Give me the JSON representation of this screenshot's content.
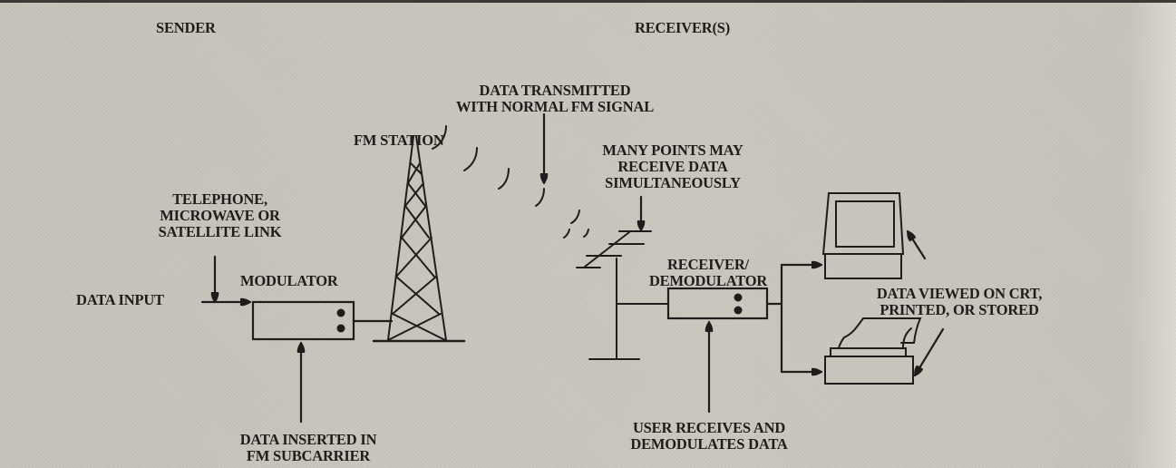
{
  "diagram": {
    "title_left": "SENDER",
    "title_right": "RECEIVER(S)",
    "labels": {
      "data_transmitted": [
        "DATA TRANSMITTED",
        "WITH NORMAL FM SIGNAL"
      ],
      "fm_station": "FM STATION",
      "many_points": [
        "MANY POINTS MAY",
        "RECEIVE DATA",
        "SIMULTANEOUSLY"
      ],
      "link": [
        "TELEPHONE,",
        "MICROWAVE OR",
        "SATELLITE LINK"
      ],
      "modulator": "MODULATOR",
      "data_input": "DATA INPUT",
      "data_inserted": [
        "DATA INSERTED IN",
        "FM SUBCARRIER"
      ],
      "receiver_demodulator": [
        "RECEIVER/",
        "DEMODULATOR"
      ],
      "data_viewed": [
        "DATA VIEWED ON CRT,",
        "PRINTED, OR STORED"
      ],
      "user_receives": [
        "USER RECEIVES AND",
        "DEMODULATES DATA"
      ]
    },
    "components": [
      "data-input",
      "modulator",
      "fm-station-tower",
      "antenna",
      "receiver-demodulator",
      "crt-monitor",
      "printer"
    ],
    "colors": {
      "ink": "#1e1d1b",
      "paper": "#c6c4bb"
    }
  }
}
